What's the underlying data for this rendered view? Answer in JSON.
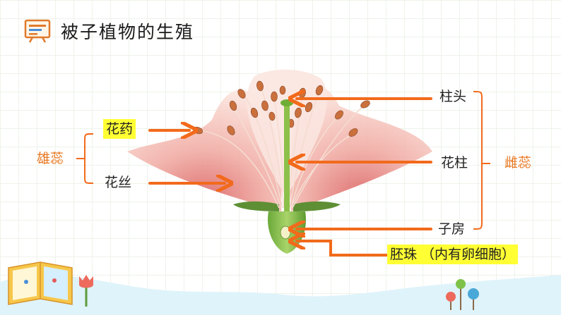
{
  "title": "被子植物的生殖",
  "labels": {
    "anther": "花药",
    "filament": "花丝",
    "stamen": "雄蕊",
    "stigma": "柱头",
    "style": "花柱",
    "ovary": "子房",
    "pistil": "雌蕊",
    "ovule": "胚珠 （内有卵细胞）"
  },
  "colors": {
    "arrow": "#f26a1b",
    "highlight": "#ffff33",
    "accent_text": "#e8761e"
  },
  "icons": [
    "presentation-board-icon",
    "open-book-icon",
    "tulip-icon",
    "lollipop-tree-icon",
    "cloud-wave-icon"
  ]
}
